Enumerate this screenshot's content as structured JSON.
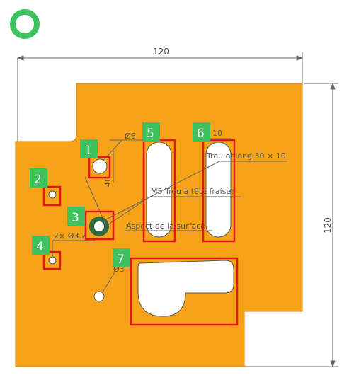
{
  "dimensions": {
    "top_width": "120",
    "right_height": "120",
    "slot_width": "10",
    "hole_small": "Ø6",
    "hole_small_depth": "40",
    "two_holes": "2× Ø3.2",
    "hole_bottom": "Ø3"
  },
  "annotations": {
    "oblong_hole": "Trou oblong 30 × 10",
    "countersunk": "M5 Trou à tête fraisée",
    "surface": "Aspect de la surface"
  },
  "badges": [
    "1",
    "2",
    "3",
    "4",
    "5",
    "6",
    "7"
  ],
  "colors": {
    "plate": "#F6A31A",
    "highlight": "#E4161B",
    "badge": "#3CC35D",
    "indicator_ring": "#3CC35D",
    "countersink_ring": "#2E6B3E"
  }
}
